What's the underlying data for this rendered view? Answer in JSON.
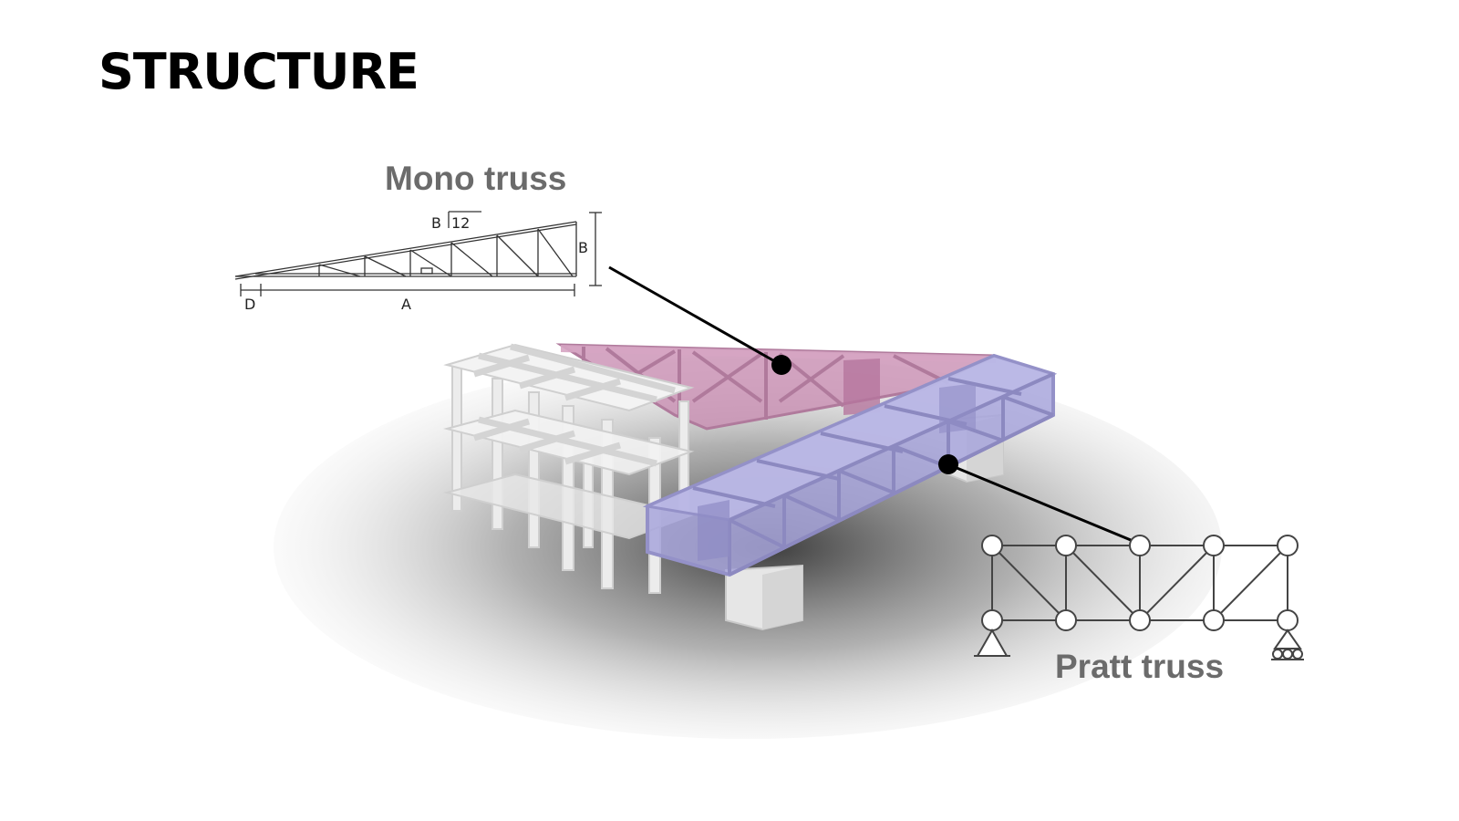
{
  "title": "STRUCTURE",
  "mono_truss": {
    "label": "Mono truss",
    "pitch_label": "B",
    "pitch_value": "12",
    "dim_height": "B",
    "dim_overhang": "D",
    "dim_span": "A"
  },
  "pratt_truss": {
    "label": "Pratt truss"
  },
  "colors": {
    "mono_truss_fill": "#c98fb3",
    "pratt_truss_fill": "#a8a6dc",
    "frame": "#e4e4e4",
    "leader": "#000000",
    "label": "#6b6b6b"
  }
}
